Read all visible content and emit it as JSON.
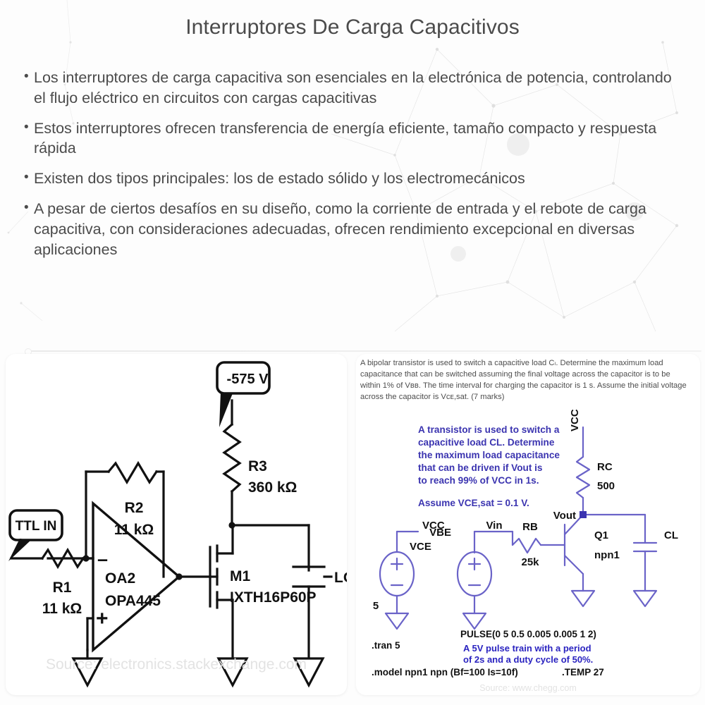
{
  "page": {
    "title": "Interruptores De Carga Capacitivos",
    "title_color": "#4b4b4b",
    "background_color": "#fdfdfd"
  },
  "bullets": [
    {
      "marker": "•",
      "text": "Los interruptores de carga capacitiva son esenciales en la electrónica de potencia, controlando el flujo eléctrico en circuitos con cargas capacitivas"
    },
    {
      "marker": "•",
      "text": "Estos interruptores ofrecen transferencia de energía eficiente, tamaño compacto y respuesta rápida"
    },
    {
      "marker": "•",
      "text": "Existen dos tipos principales: los de estado sólido y los electromecánicos"
    },
    {
      "marker": "•",
      "text": "A pesar de ciertos desafíos en su diseño, como la corriente de entrada y el rebote de carga capacitiva, con consideraciones adecuadas, ofrecen rendimiento excepcional en diversas aplicaciones"
    }
  ],
  "left_figure": {
    "title": "mosfet-high-voltage-switch-schematic",
    "line_color": "#111111",
    "labels": {
      "supply_callout": "-575 V",
      "input_callout": "TTL IN",
      "r1_name": "R1",
      "r1_value": "11 kΩ",
      "r2_name": "R2",
      "r2_value": "11 kΩ",
      "r3_name": "R3",
      "r3_value": "360 kΩ",
      "opamp_name": "OA2",
      "opamp_part": "OPA445",
      "opamp_inv": "–",
      "opamp_noninv": "+",
      "mosfet_name": "M1",
      "mosfet_part": "IXTH16P60P",
      "load": "LOAD"
    },
    "watermark": "Source: electronics.stackexchange.com"
  },
  "right_figure": {
    "title": "bjt-capacitive-load-switch-problem",
    "accent_color": "#3b34b0",
    "problem_statement": [
      "A bipolar transistor is used to switch a capacitive load Cₗ.  Determine the maximum load",
      "capacitance that can be switched assuming the final voltage across the capacitor is to be",
      "within 1% of Vвв. The time interval for charging the capacitor is 1 s. Assume the initial voltage",
      "across the capacitor is Vᴄᴇ,sat. (7 marks)"
    ],
    "problem_statement_plain": "A bipolar transistor is used to switch a capacitive load CL. Determine the maximum load capacitance that can be switched assuming the final voltage across the capacitor is to be within 1% of VCC. The time interval for charging the capacitor is 1 s. Assume the initial voltage across the capacitor is VCE,sat. (7 marks)",
    "blue_note": [
      "A transistor is used to switch a",
      "capacitive load CL. Determine",
      "the maximum load capacitance",
      "that can be driven if Vout is",
      "to reach 99% of VCC in 1s."
    ],
    "assume_line": "Assume VCE,sat = 0.1 V.",
    "labels": {
      "vcc": "VCC",
      "rc_name": "RC",
      "rc_value": "500",
      "vout": "Vout",
      "cl": "CL",
      "vce_source": "VCE",
      "vce_node": "VCC",
      "vce_value": "5",
      "vbe_source": "VBE",
      "vin": "Vin",
      "rb_name": "RB",
      "rb_value": "25k",
      "q1_name": "Q1",
      "q1_model": "npn1"
    },
    "spice": {
      "tran": ".tran 5",
      "pulse": "PULSE(0 5 0.5 0.005 0.005 1 2)",
      "pulse_note_1": "A 5V pulse train with a period",
      "pulse_note_2": "of 2s and a duty cycle of 50%.",
      "model": ".model npn1 npn  (Bf=100 Is=10f)",
      "temp": ".TEMP 27"
    },
    "watermark": "Source: www.chegg.com"
  }
}
